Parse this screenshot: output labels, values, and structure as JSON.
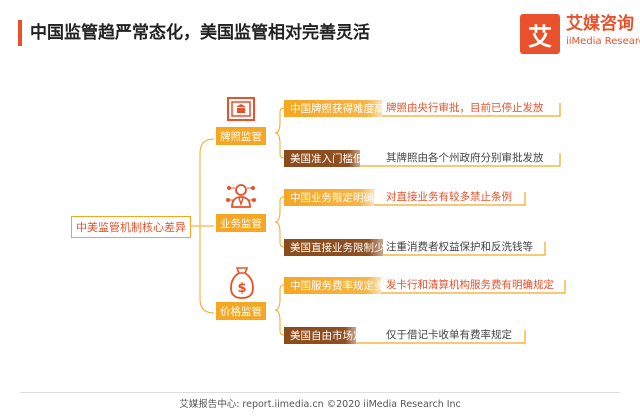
{
  "title": "中国监管趋严常态化，美国监管相对完善灵活",
  "logo": {
    "mark": "艾",
    "name": "艾媒咨询",
    "name_en": "iiMedia Research"
  },
  "center": "中美监管机制核心差异",
  "categories": [
    {
      "label": "牌照监管",
      "icon": "license-plaque-icon",
      "items": [
        {
          "tag": "中国牌照获得难度高",
          "desc": "牌照由央行审批，目前已停止发放",
          "country": "cn"
        },
        {
          "tag": "美国准入门槛低",
          "desc": "其牌照由各个州政府分别审批发放",
          "country": "us"
        }
      ]
    },
    {
      "label": "业务监管",
      "icon": "businessman-network-icon",
      "items": [
        {
          "tag": "中国业务限定明确",
          "desc": "对直接业务有较多禁止条例",
          "country": "cn"
        },
        {
          "tag": "美国直接业务限制少",
          "desc": "注重消费者权益保护和反洗钱等",
          "country": "us"
        }
      ]
    },
    {
      "label": "价格监管",
      "icon": "dollar-jar-icon",
      "items": [
        {
          "tag": "中国服务费率规定多",
          "desc": "发卡行和清算机构服务费有明确规定",
          "country": "cn"
        },
        {
          "tag": "美国自由市场定价",
          "desc": "仅于借记卡收单有费率规定",
          "country": "us"
        }
      ]
    }
  ],
  "footer": "艾媒报告中心: report.iimedia.cn  ©2020  iiMedia Research  Inc",
  "colors": {
    "accent": "#e8512b",
    "orange": "#f5a623",
    "brown": "#8a4b1c"
  }
}
